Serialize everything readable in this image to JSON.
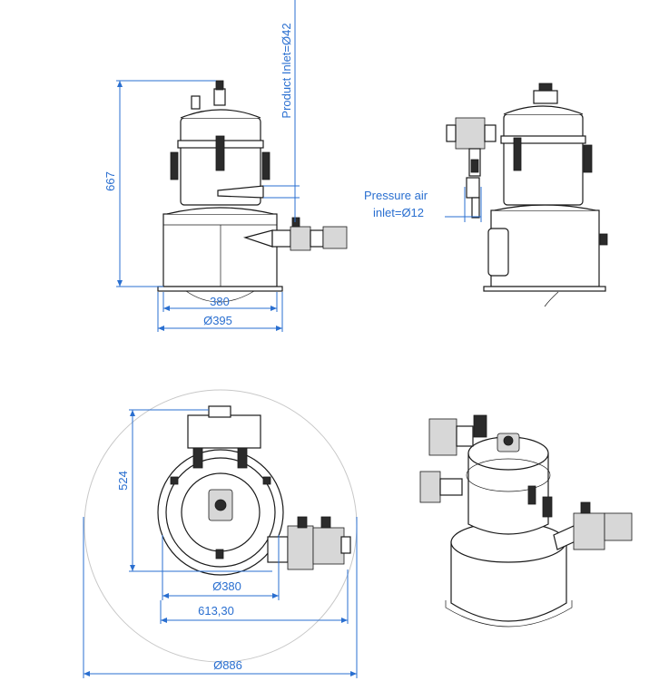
{
  "views": {
    "front": {
      "height_label": "667",
      "base_width_label": "380",
      "flange_label": "Ø395"
    },
    "side": {
      "product_inlet_label": "Product Inlet=Ø42",
      "pressure_air_line1": "Pressure air",
      "pressure_air_line2": "inlet=Ø12"
    },
    "top": {
      "depth_label": "524",
      "base_label": "Ø380",
      "span_label": "613,30",
      "clearance_label": "Ø886"
    }
  },
  "colors": {
    "dimension": "#2a6fd0",
    "ink": "#1a1a1a",
    "shade": "#d7d7d7"
  }
}
